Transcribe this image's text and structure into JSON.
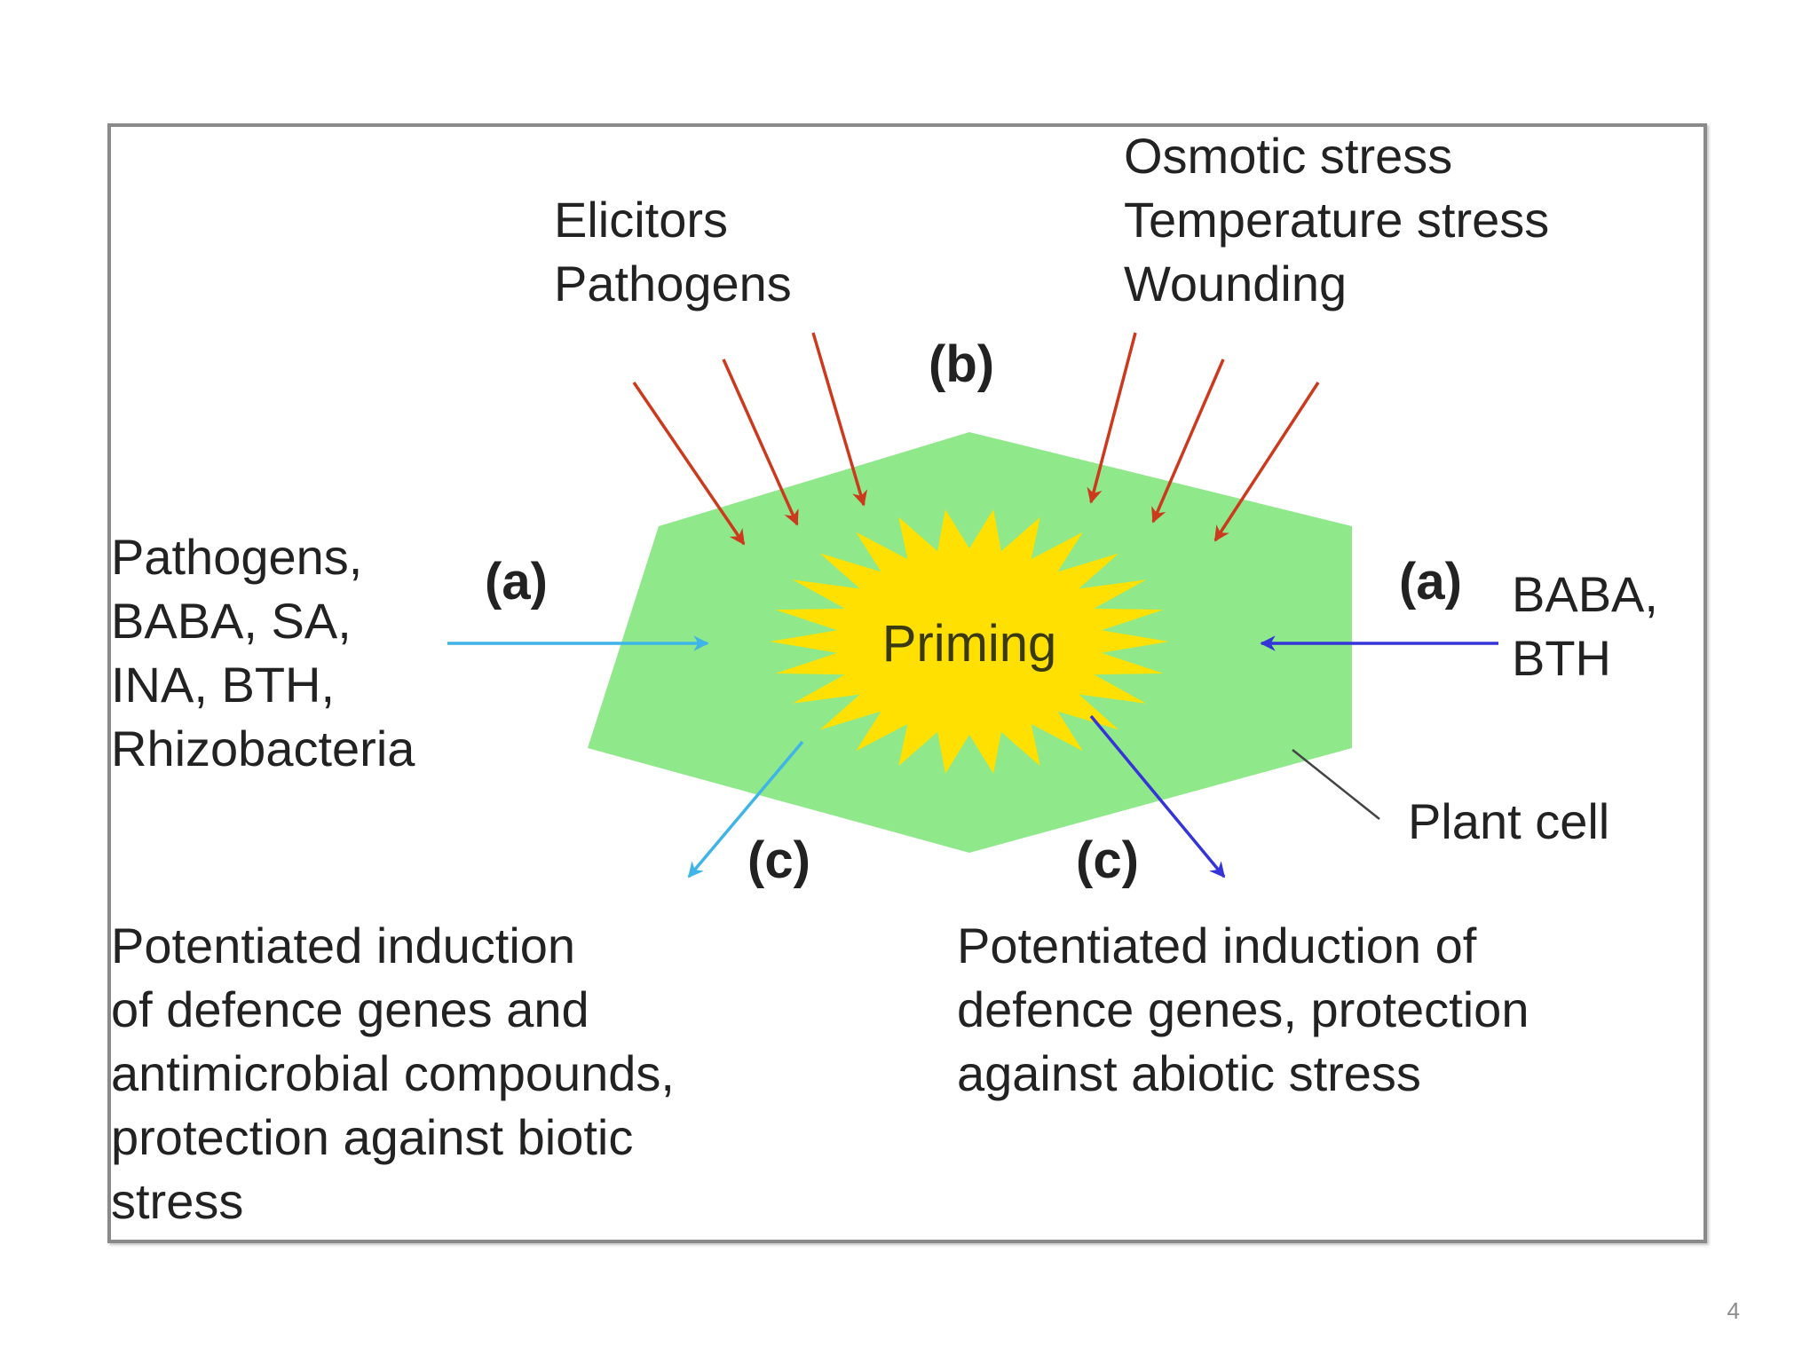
{
  "diagram": {
    "center_label": "Priming",
    "top_left_stimuli": [
      "Elicitors",
      "Pathogens"
    ],
    "top_right_stimuli": [
      "Osmotic stress",
      "Temperature stress",
      "Wounding"
    ],
    "left_inducers": [
      "Pathogens,",
      "BABA, SA,",
      "INA, BTH,",
      "Rhizobacteria"
    ],
    "right_inducers": [
      "BABA,",
      "BTH"
    ],
    "tag_a_left": "(a)",
    "tag_a_right": "(a)",
    "tag_b": "(b)",
    "tag_c_left": "(c)",
    "tag_c_right": "(c)",
    "plant_cell_label": "Plant cell",
    "outcome_biotic": [
      "Potentiated induction",
      "of defence genes and",
      "antimicrobial compounds,",
      "protection against biotic",
      "stress"
    ],
    "outcome_abiotic": [
      "Potentiated induction of",
      "defence genes, protection",
      "against abiotic stress"
    ]
  },
  "colors": {
    "cell_green": "#8fe88a",
    "priming_yellow": "#ffe000",
    "stress_arrow_red": "#cc3a1e",
    "inducer_arrow_light_blue": "#3fb4e8",
    "inducer_arrow_dark_blue": "#3434d8"
  },
  "slide": {
    "page_number": "4"
  }
}
